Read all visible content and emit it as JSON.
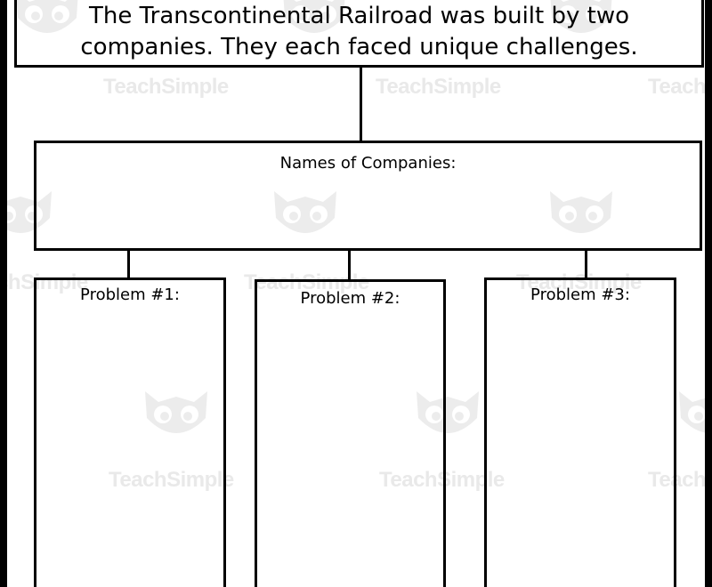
{
  "title": {
    "line1": "The Transcontinental Railroad was built by two",
    "line2": "companies. They each faced unique challenges."
  },
  "names_box": {
    "label": "Names of Companies:"
  },
  "problems": [
    {
      "label": "Problem #1:"
    },
    {
      "label": "Problem #2:"
    },
    {
      "label": "Problem #3:"
    }
  ],
  "watermark": {
    "text": "TeachSimple",
    "icon": "owl-logo-icon"
  },
  "colors": {
    "line": "#000000",
    "background": "#ffffff",
    "frame": "#000000",
    "watermark": "#e9e9e9"
  }
}
